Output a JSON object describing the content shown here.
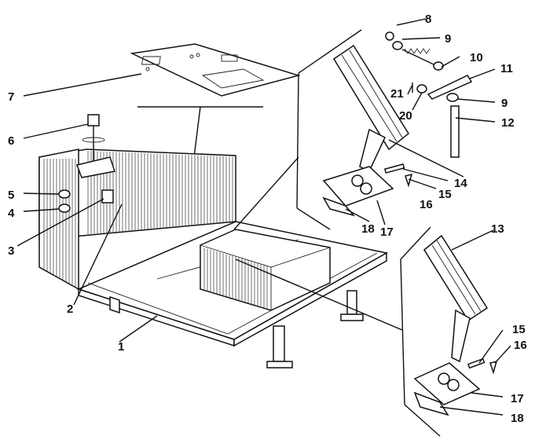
{
  "labels": {
    "p1": "1",
    "p2": "2",
    "p3": "3",
    "p4": "4",
    "p5": "5",
    "p6": "6",
    "p7": "7",
    "p8": "8",
    "p9": "9",
    "p10": "10",
    "p11": "11",
    "p12": "12",
    "p13": "13",
    "p14": "14",
    "p15": "15",
    "p16": "16",
    "p17": "17",
    "p18": "18",
    "p20": "20",
    "p21": "21"
  },
  "colors": {
    "ink": "#111111",
    "paper": "#ffffff"
  }
}
